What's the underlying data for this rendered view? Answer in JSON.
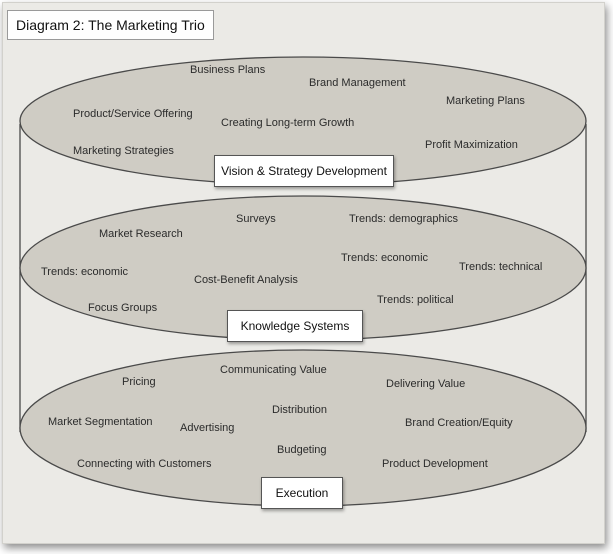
{
  "title": "Diagram 2: The Marketing Trio",
  "colors": {
    "disc_fill": "#cfccc4",
    "disc_stroke": "#4a4a4a",
    "background": "#ebeae6"
  },
  "tiers": [
    {
      "name": "Vision & Strategy Development",
      "items": [
        "Business Plans",
        "Brand Management",
        "Marketing Plans",
        "Product/Service Offering",
        "Creating Long-term Growth",
        "Marketing Strategies",
        "Profit Maximization"
      ]
    },
    {
      "name": "Knowledge Systems",
      "items": [
        "Surveys",
        "Trends: demographics",
        "Market Research",
        "Trends: economic",
        "Trends: technical",
        "Trends: economic",
        "Cost-Benefit Analysis",
        "Trends: political",
        "Focus Groups"
      ]
    },
    {
      "name": "Execution",
      "items": [
        "Communicating Value",
        "Pricing",
        "Delivering Value",
        "Distribution",
        "Market Segmentation",
        "Advertising",
        "Brand Creation/Equity",
        "Budgeting",
        "Connecting with Customers",
        "Product Development"
      ]
    }
  ]
}
